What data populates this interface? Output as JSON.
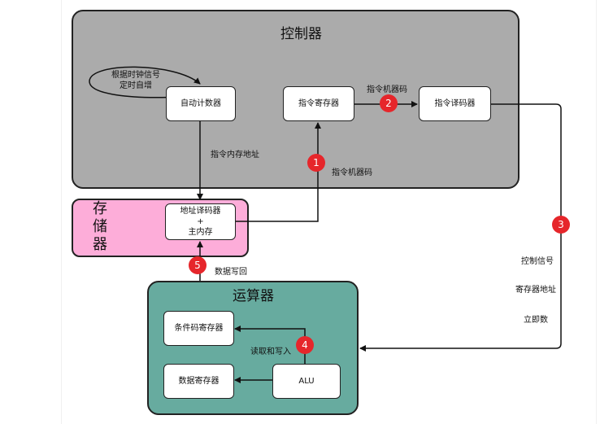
{
  "controller": {
    "title": "控制器"
  },
  "storage": {
    "title": "存储器"
  },
  "alu_region": {
    "title": "运算器"
  },
  "boxes": {
    "auto_counter": "自动计数器",
    "instr_register": "指令寄存器",
    "instr_decoder": "指令译码器",
    "addr_decoder_line1": "地址译码器",
    "addr_decoder_line2": "+",
    "addr_decoder_line3": "主内存",
    "cond_register": "条件码寄存器",
    "data_register": "数据寄存器",
    "alu": "ALU"
  },
  "labels": {
    "clock_signal_line1": "根据时钟信号",
    "clock_signal_line2": "定时自增",
    "instr_mem_address": "指令内存地址",
    "instr_machine_code_top": "指令机器码",
    "instr_machine_code_bottom": "指令机器码",
    "control_signal": "控制信号",
    "register_address": "寄存器地址",
    "immediate": "立即数",
    "data_writeback": "数据写回",
    "read_write": "读取和写入"
  },
  "badges": [
    "1",
    "2",
    "3",
    "4",
    "5"
  ],
  "colors": {
    "controller_bg": "#ababab",
    "storage_bg": "#fdadd9",
    "alu_bg": "#67ab9f",
    "badge": "#e6262b"
  }
}
